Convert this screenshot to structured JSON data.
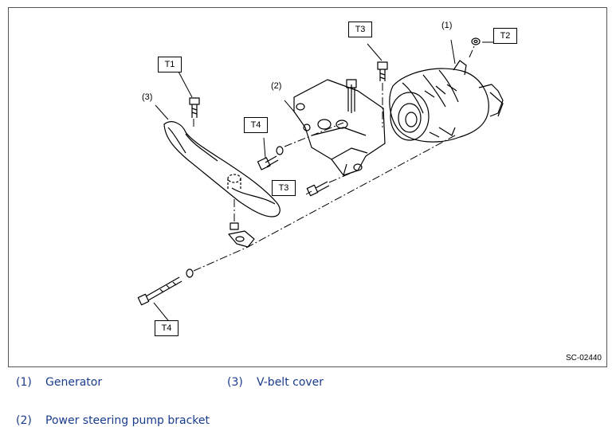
{
  "diagram": {
    "code": "SC-02440",
    "torque_labels": [
      "T1",
      "T2",
      "T3",
      "T4",
      "T3",
      "T4"
    ],
    "part_numbers": [
      "(1)",
      "(2)",
      "(3)"
    ]
  },
  "legend": [
    {
      "num": "(1)",
      "text": "Generator"
    },
    {
      "num": "(3)",
      "text": "V-belt cover"
    },
    {
      "num": "(2)",
      "text": "Power steering pump bracket"
    }
  ],
  "colors": {
    "legend_text": "#1a3c8c",
    "line": "#000000"
  }
}
